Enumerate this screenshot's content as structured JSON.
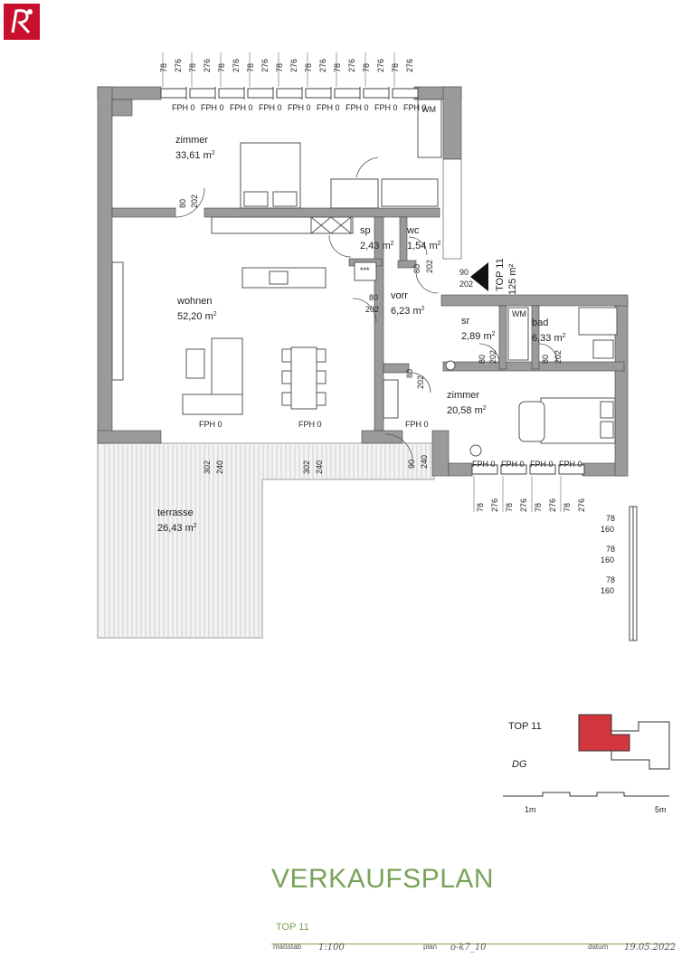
{
  "logo": {
    "letter": "R",
    "color": "#c8102e"
  },
  "rooms": [
    {
      "name": "zimmer",
      "area": "33,61 m²"
    },
    {
      "name": "sp",
      "area": "2,43 m²"
    },
    {
      "name": "wc",
      "area": "1,54 m²"
    },
    {
      "name": "wohnen",
      "area": "52,20 m²"
    },
    {
      "name": "vorr",
      "area": "6,23 m²"
    },
    {
      "name": "sr",
      "area": "2,89 m²"
    },
    {
      "name": "bad",
      "area": "6,33 m²"
    },
    {
      "name": "zimmer",
      "area": "20,58 m²"
    },
    {
      "name": "terrasse",
      "area": "26,43 m²"
    }
  ],
  "entry": {
    "top": "TOP 11",
    "height": "125 m²"
  },
  "window_dims_top": [
    "78",
    "276",
    "78",
    "276",
    "78",
    "276",
    "78",
    "276",
    "78",
    "276",
    "78",
    "276",
    "78",
    "276",
    "78",
    "276",
    "78",
    "276"
  ],
  "fph_top": [
    "FPH 0",
    "FPH 0",
    "FPH 0",
    "FPH 0",
    "FPH 0",
    "FPH 0",
    "FPH 0",
    "FPH 0",
    "FPH 0"
  ],
  "fph_mid": [
    "FPH 0",
    "FPH 0",
    "FPH 0"
  ],
  "fph_right": [
    "FPH 0",
    "FPH 0",
    "FPH 0",
    "FPH 0"
  ],
  "window_dims_right_bottom": [
    "78",
    "276",
    "78",
    "276",
    "78",
    "276",
    "78",
    "276"
  ],
  "side_dims": [
    {
      "a": "78",
      "b": "160"
    },
    {
      "a": "78",
      "b": "160"
    },
    {
      "a": "78",
      "b": "160"
    }
  ],
  "door_dims": {
    "zimmer_door": [
      "80",
      "202"
    ],
    "sp_door": [
      "80",
      "202"
    ],
    "wc_door": [
      "80",
      "202"
    ],
    "entry_door": [
      "90",
      "202"
    ],
    "vorr_door": [
      "80",
      "202"
    ],
    "zimmer2_door": [
      "80",
      "202"
    ],
    "sr_door": [
      "80",
      "202"
    ],
    "bad_door": [
      "80",
      "202"
    ],
    "terrace_door1": [
      "302",
      "240"
    ],
    "terrace_door2": [
      "302",
      "240"
    ],
    "terrace_door3": [
      "90",
      "240"
    ]
  },
  "fixture_label": "***",
  "wm_label_1": "WM",
  "wm_label_2": "WM",
  "keyplan": {
    "title": "TOP 11",
    "floor": "DG",
    "highlight": "#d0363c"
  },
  "scale_bar": {
    "left": "1m",
    "right": "5m"
  },
  "footer": {
    "title": "VERKAUFSPLAN",
    "top": "TOP 11",
    "massstab_label": "maßstab",
    "massstab_value": "1:100",
    "plan_label": "plan",
    "plan_value": "o-k7_10",
    "datum_label": "datum",
    "datum_value": "19.05.2022",
    "accent": "#7aa35a"
  }
}
